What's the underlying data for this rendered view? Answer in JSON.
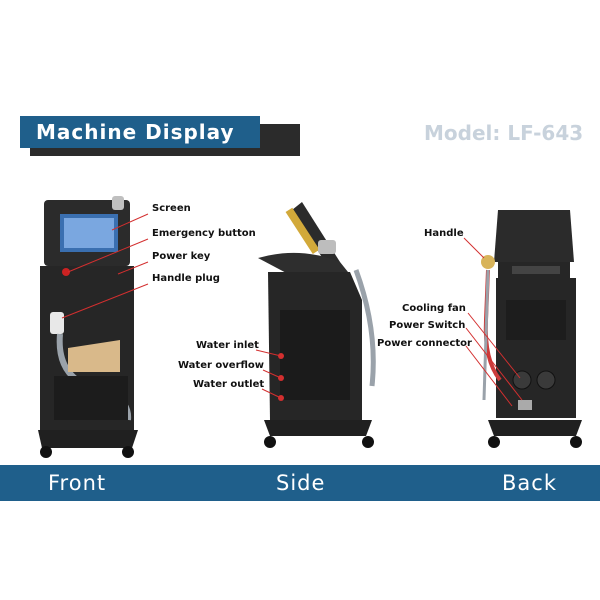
{
  "header": {
    "title": "Machine Display",
    "model": "Model: LF-643"
  },
  "views": {
    "front": "Front",
    "side": "Side",
    "back": "Back"
  },
  "callouts": {
    "front": {
      "screen": "Screen",
      "emergency_button": "Emergency button",
      "power_key": "Power key",
      "handle_plug": "Handle plug"
    },
    "side": {
      "water_inlet": "Water inlet",
      "water_overflow": "Water overflow",
      "water_outlet": "Water outlet"
    },
    "back": {
      "handle": "Handle",
      "cooling_fan": "Cooling fan",
      "power_switch": "Power Switch",
      "power_connector": "Power connector"
    }
  },
  "colors": {
    "band": "#1f5f8b",
    "callout_line": "#d32f2f",
    "machine": "#2a2a2a"
  }
}
